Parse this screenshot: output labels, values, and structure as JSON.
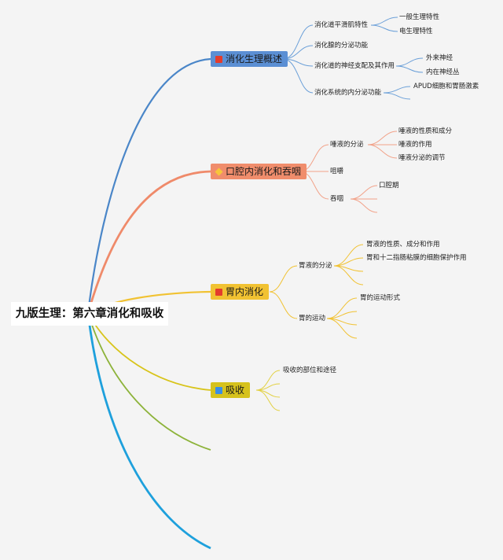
{
  "root": {
    "title": "九版生理：第六章消化和吸收"
  },
  "branches": [
    {
      "label": "消化生理概述",
      "icon": "red-flag-icon",
      "color": "#4a86c8",
      "children": [
        {
          "label": "消化道平滑肌特性",
          "children": [
            "一般生理特性",
            "电生理特性"
          ]
        },
        {
          "label": "消化腺的分泌功能",
          "children": []
        },
        {
          "label": "消化道的神经支配及其作用",
          "children": [
            "外来神经",
            "内在神经丛"
          ]
        },
        {
          "label": "消化系统的内分泌功能",
          "children": [
            "APUD细胞和胃肠激素"
          ]
        }
      ]
    },
    {
      "label": "口腔内消化和吞咽",
      "icon": "gem-icon",
      "color": "#ef8a6a",
      "children": [
        {
          "label": "唾液的分泌",
          "children": [
            "唾液的性质和成分",
            "唾液的作用",
            "唾液分泌的调节"
          ]
        },
        {
          "label": "咀嚼",
          "children": []
        },
        {
          "label": "吞咽",
          "children": [
            "口腔期"
          ]
        }
      ]
    },
    {
      "label": "胃内消化",
      "icon": "red-flag-icon",
      "color": "#f1c232",
      "children": [
        {
          "label": "胃液的分泌",
          "children": [
            "胃液的性质、成分和作用",
            "胃和十二指肠粘膜的细胞保护作用"
          ]
        },
        {
          "label": "胃的运动",
          "children": [
            "胃的运动形式"
          ]
        }
      ]
    },
    {
      "label": "吸收",
      "icon": "blue-flag-icon",
      "color": "#d8c41a",
      "children": [
        {
          "label": "吸收的部位和途径",
          "children": []
        }
      ]
    }
  ],
  "colors": {
    "blue_flag": "#3a8ee6",
    "red_flag": "#e43c2c",
    "olive_branch": "#8db33a",
    "cyan_branch": "#1ea0dc"
  }
}
